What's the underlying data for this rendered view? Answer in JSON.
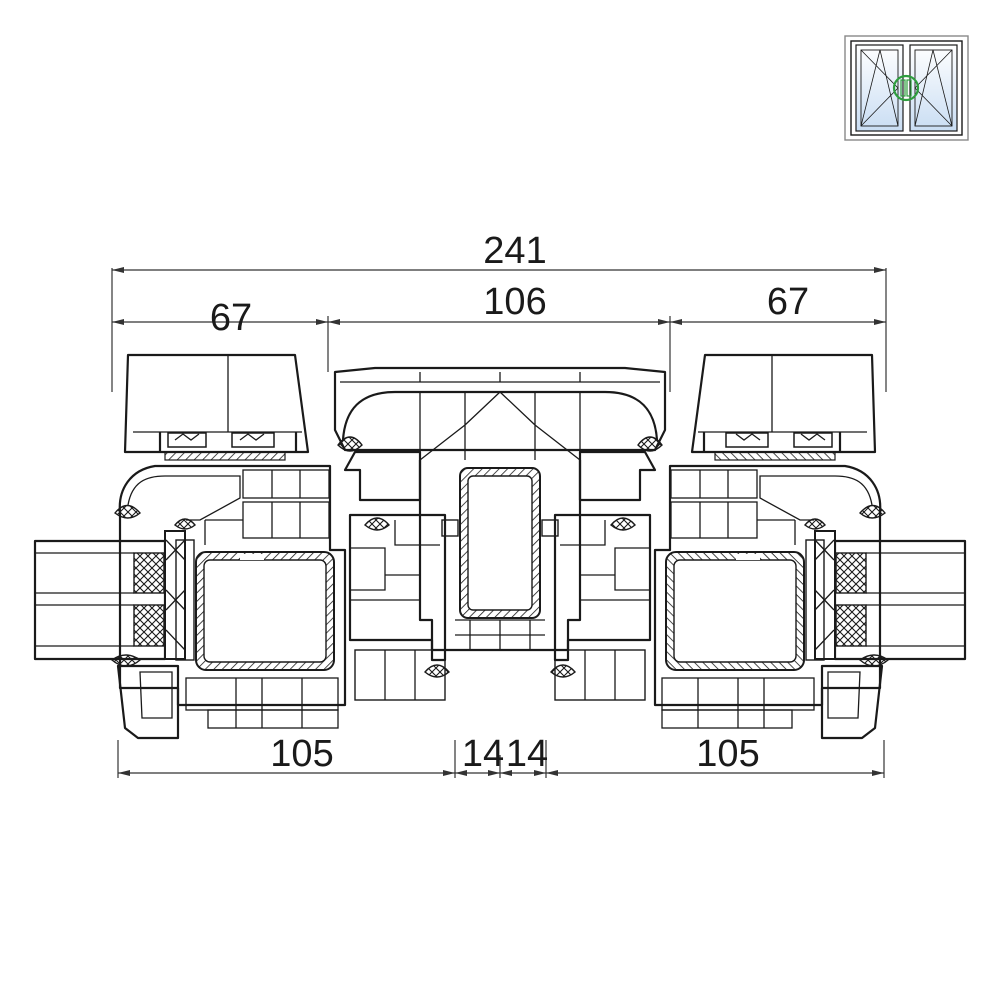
{
  "dimensions": {
    "overall": "241",
    "top_left": "67",
    "top_center": "106",
    "top_right": "67",
    "bottom_left": "105",
    "bottom_center_left": "14",
    "bottom_center_right": "14",
    "bottom_right": "105"
  },
  "icon": {
    "name": "double-casement-window-icon",
    "accent_color": "#2e9e3e",
    "glass_color": "#d6e6f6"
  },
  "colors": {
    "line": "#1a1a1a",
    "gasket": "#1a1a1a",
    "background": "#ffffff"
  }
}
